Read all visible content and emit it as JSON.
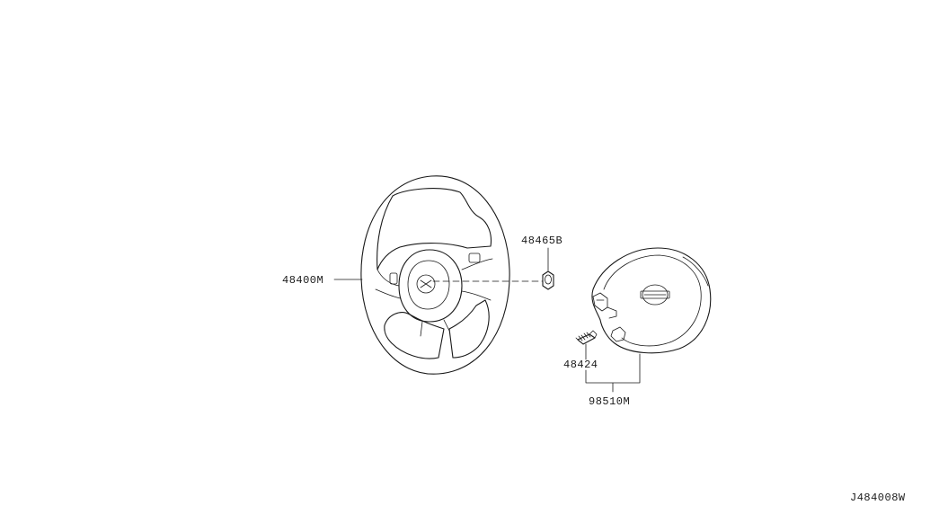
{
  "diagram": {
    "callouts": {
      "steering_wheel": "48400M",
      "nut": "48465B",
      "bolt": "48424",
      "airbag_module": "98510M"
    },
    "drawing_number": "J484008W"
  },
  "colors": {
    "line": "#1a1a1a",
    "background": "#ffffff"
  }
}
